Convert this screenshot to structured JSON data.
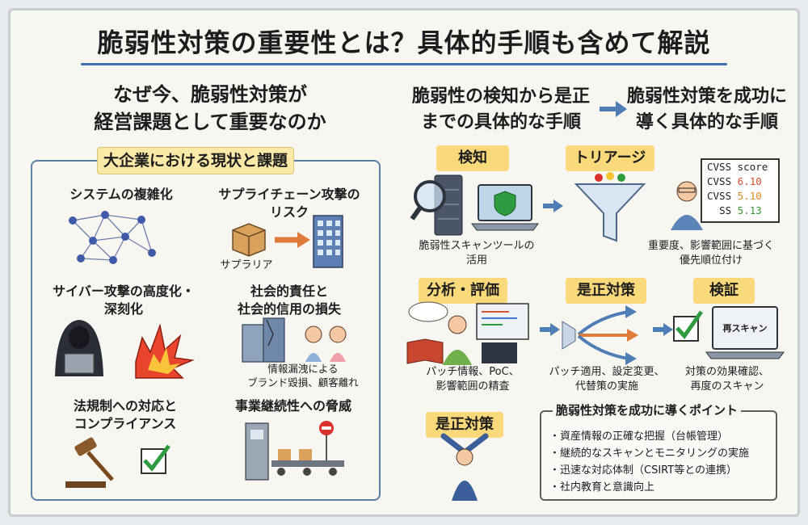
{
  "title": "脆弱性対策の重要性とは？具体的手順も含めて解説",
  "left_heading": [
    "なぜ今、脆弱性対策が",
    "経営課題として重要なのか"
  ],
  "right_heading_a": [
    "脆弱性の検知から是正",
    "までの具体的な手順"
  ],
  "right_heading_b": [
    "脆弱性対策を成功に",
    "導く具体的な手順"
  ],
  "panel": {
    "title": "大企業における現状と課題",
    "items": {
      "complexity": "システムの複雑化",
      "supply_chain": [
        "サプライチェーン攻撃の",
        "リスク"
      ],
      "supplier": "サプラリア",
      "cyber": [
        "サイバー攻撃の高度化・",
        "深刻化"
      ],
      "social": [
        "社会的責任と",
        "社会的信用の損失"
      ],
      "leak": [
        "情報漏洩による",
        "ブランド毀損、顧客離れ"
      ],
      "legal": [
        "法規制への対応と",
        "コンプライアンス"
      ],
      "continuity": "事業継続性への脅威"
    }
  },
  "steps": {
    "detect": {
      "tag": "検知",
      "caption": [
        "脆弱性スキャンツールの",
        "活用"
      ]
    },
    "triage": {
      "tag": "トリアージ",
      "caption": [
        "重要度、影響範囲に基づく",
        "優先順位付け"
      ]
    },
    "analysis": {
      "tag": "分析・評価",
      "caption": [
        "パッチ情報、PoC、",
        "影響範囲の精査"
      ]
    },
    "remediate": {
      "tag": "是正対策",
      "caption": [
        "パッチ適用、設定変更、",
        "代替策の実施"
      ]
    },
    "verify": {
      "tag": "検証",
      "caption": [
        "対策の効果確認、",
        "再度のスキャン"
      ],
      "screen": "再スキャン"
    },
    "remediate2": {
      "tag": "是正対策"
    }
  },
  "cvss": {
    "header": [
      "CVSS",
      "score"
    ],
    "rows": [
      {
        "label": "CVSS",
        "score": "6.10",
        "color": "#d9502d"
      },
      {
        "label": "CVSS",
        "score": "5.10",
        "color": "#e08a1e"
      },
      {
        "label": "SS",
        "score": "5.13",
        "color": "#3a9a3a"
      }
    ]
  },
  "points": {
    "title": "脆弱性対策を成功に導くポイント",
    "items": [
      "・資産情報の正確な把握（台帳管理）",
      "・継続的なスキャンとモニタリングの実施",
      "・迅速な対応体制（CSIRT等との連携）",
      "・社内教育と意識向上"
    ]
  },
  "colors": {
    "accent": "#3d6fa8",
    "tag": "#f9d97a",
    "panel_title": "#fbeaa7",
    "arrow": "#4f7db5"
  }
}
